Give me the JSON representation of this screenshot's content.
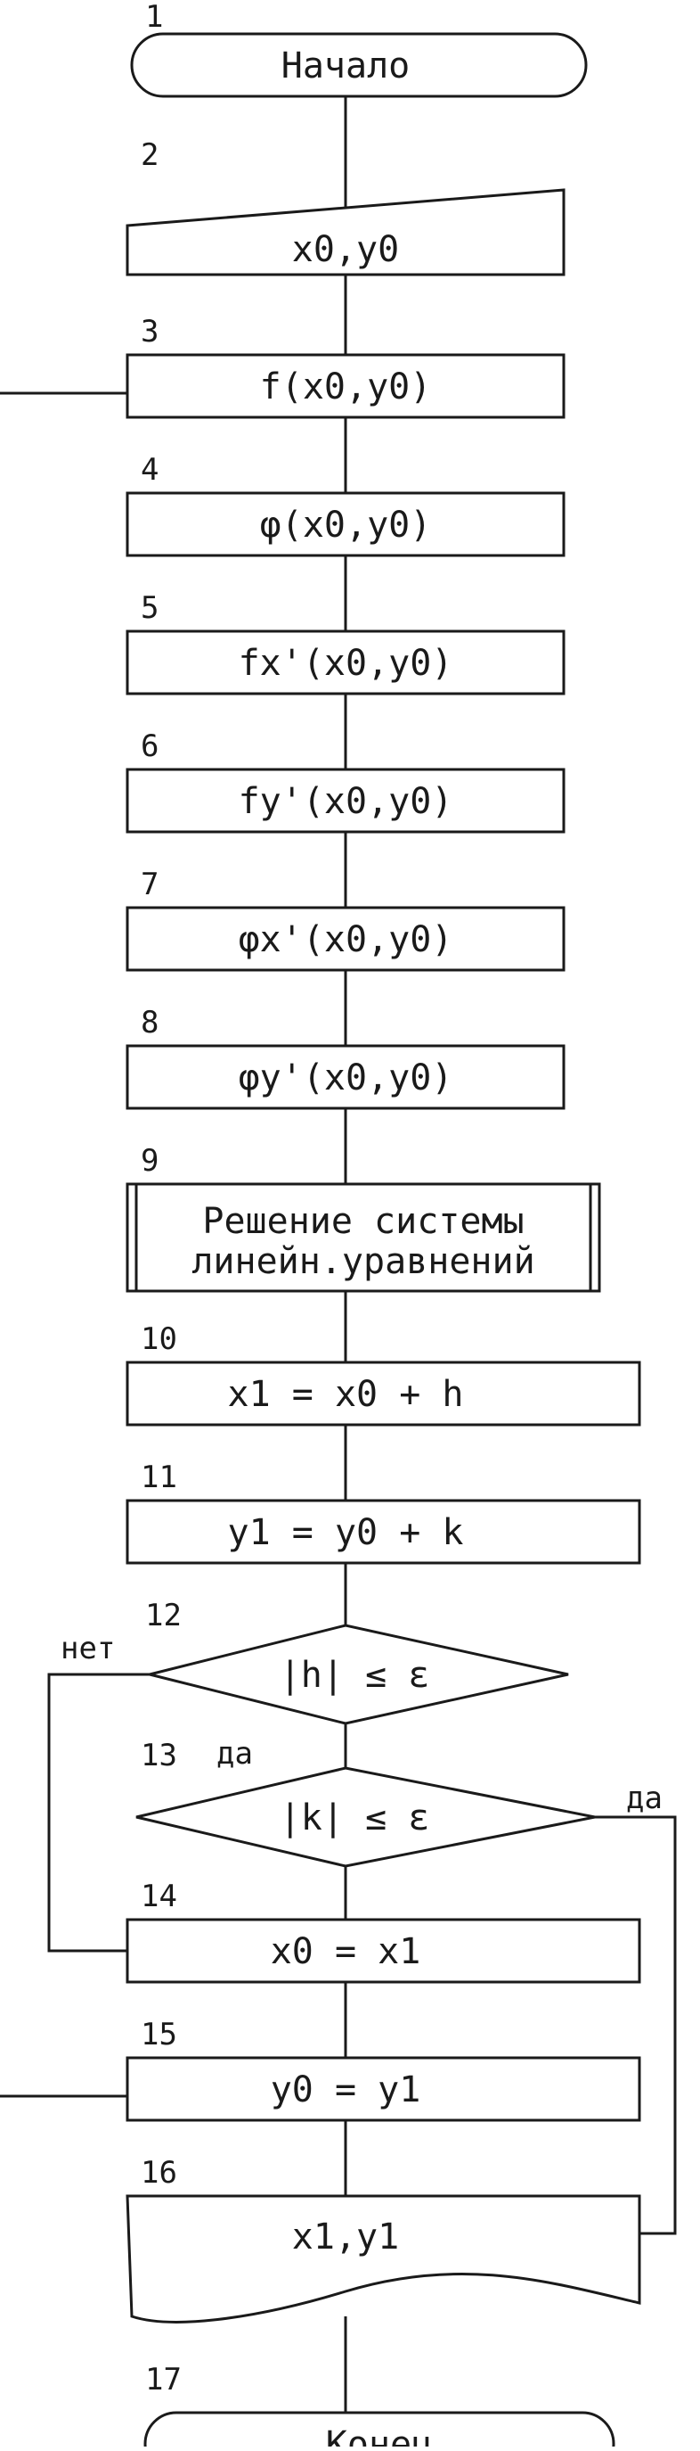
{
  "diagram": {
    "type": "flowchart",
    "blocks": [
      {
        "num": "1",
        "shape": "terminator",
        "lines": [
          "Начало"
        ]
      },
      {
        "num": "2",
        "shape": "manual-input",
        "lines": [
          "x0,y0"
        ]
      },
      {
        "num": "3",
        "shape": "process",
        "lines": [
          "f(x0,y0)"
        ]
      },
      {
        "num": "4",
        "shape": "process",
        "lines": [
          "φ(x0,y0)"
        ]
      },
      {
        "num": "5",
        "shape": "process",
        "lines": [
          "fx'(x0,y0)"
        ]
      },
      {
        "num": "6",
        "shape": "process",
        "lines": [
          "fy'(x0,y0)"
        ]
      },
      {
        "num": "7",
        "shape": "process",
        "lines": [
          "φx'(x0,y0)"
        ]
      },
      {
        "num": "8",
        "shape": "process",
        "lines": [
          "φy'(x0,y0)"
        ]
      },
      {
        "num": "9",
        "shape": "predefined-process",
        "lines": [
          "Решение системы",
          "линейн.уравнений"
        ]
      },
      {
        "num": "10",
        "shape": "process",
        "lines": [
          "x1 = x0 + h"
        ]
      },
      {
        "num": "11",
        "shape": "process",
        "lines": [
          "y1 = y0 + k"
        ]
      },
      {
        "num": "12",
        "shape": "decision",
        "lines": [
          "|h| ≤ ε"
        ]
      },
      {
        "num": "13",
        "shape": "decision",
        "lines": [
          "|k| ≤ ε"
        ]
      },
      {
        "num": "14",
        "shape": "process",
        "lines": [
          "x0 = x1"
        ]
      },
      {
        "num": "15",
        "shape": "process",
        "lines": [
          "y0 = y1"
        ]
      },
      {
        "num": "16",
        "shape": "document",
        "lines": [
          "x1,y1"
        ]
      },
      {
        "num": "17",
        "shape": "terminator",
        "lines": [
          "Конец"
        ]
      }
    ],
    "branch_labels": {
      "no": "нет",
      "yes_down": "да",
      "yes_right": "да"
    }
  }
}
